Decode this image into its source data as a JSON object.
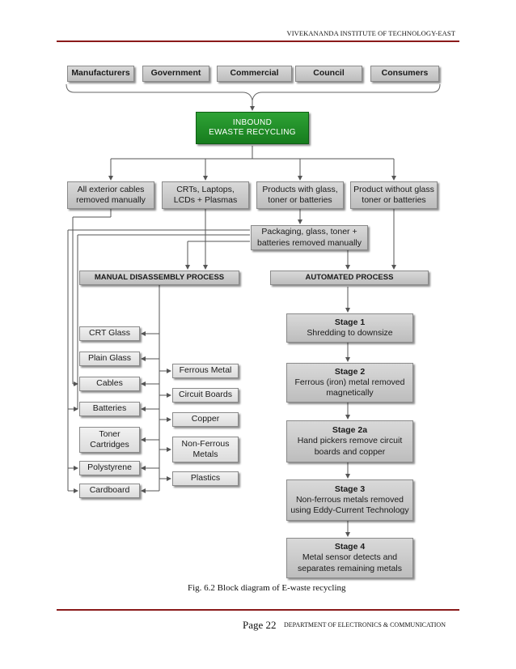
{
  "header": {
    "institute": "VIVEKANANDA INSTITUTE OF TECHNOLOGY-EAST"
  },
  "sources": [
    "Manufacturers",
    "Government",
    "Commercial",
    "Council",
    "Consumers"
  ],
  "inbound": {
    "line1": "INBOUND",
    "line2": "EWASTE RECYCLING"
  },
  "categories": [
    "All exterior cables removed manually",
    "CRTs, Laptops, LCDs + Plasmas",
    "Products with glass, toner or batteries",
    "Product without glass toner or batteries"
  ],
  "packaging": "Packaging, glass, toner + batteries removed manually",
  "manual": {
    "title": "MANUAL DISASSEMBLY PROCESS",
    "left_items": [
      "CRT Glass",
      "Plain Glass",
      "Cables",
      "Batteries",
      "Toner Cartridges",
      "Polystyrene",
      "Cardboard"
    ],
    "right_items": [
      "Ferrous Metal",
      "Circuit Boards",
      "Copper",
      "Non-Ferrous Metals",
      "Plastics"
    ]
  },
  "automated": {
    "title": "AUTOMATED PROCESS",
    "stages": [
      {
        "title": "Stage 1",
        "desc": "Shredding to downsize"
      },
      {
        "title": "Stage 2",
        "desc": "Ferrous (iron) metal removed magnetically"
      },
      {
        "title": "Stage 2a",
        "desc": "Hand pickers remove circuit boards and copper"
      },
      {
        "title": "Stage 3",
        "desc": "Non-ferrous metals removed using Eddy-Current Technology"
      },
      {
        "title": "Stage 4",
        "desc": "Metal sensor detects and separates remaining metals"
      }
    ]
  },
  "caption": "Fig. 6.2 Block diagram of E-waste recycling",
  "footer": {
    "page": "Page 22",
    "department": "DEPARTMENT OF ELECTRONICS & COMMUNICATION"
  }
}
